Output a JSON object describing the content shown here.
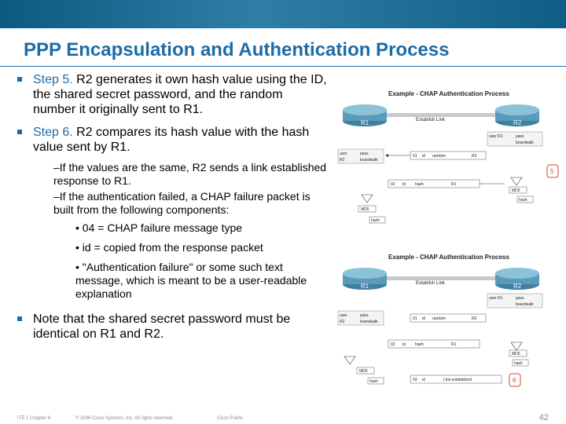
{
  "title": "PPP Encapsulation and Authentication Process",
  "bullets": {
    "b1": {
      "step": "Step 5.",
      "text": " R2 generates it own hash value using the ID, the shared secret password, and the random number it originally sent to R1."
    },
    "b2": {
      "step": "Step 6.",
      "text": " R2 compares its hash value with the hash value sent by R1."
    },
    "sub1": "–If the values are the same, R2 sends a link established response to R1.",
    "sub2": "–If the authentication failed, a CHAP failure packet is built from the following components:",
    "l3_1": "• 04 = CHAP failure message type",
    "l3_2": "• id = copied from the response packet",
    "l3_3": "• \"Authentication failure\" or some such text message, which is meant to be a user-readable explanation",
    "b3": "Note that the shared secret password must be identical on R1 and R2."
  },
  "figure1": {
    "title": "Example - CHAP Authentication Process",
    "r1": "R1",
    "r2": "R2",
    "link": "Establish Link",
    "r1_user": "user",
    "r1_pass": "pass",
    "r1_user_val": "R2",
    "r1_pass_val": "boardwalk",
    "r2_user": "user R1",
    "r2_pass": "pass",
    "r2_pass_val": "boardwalk",
    "p1_code": "01",
    "p1_id": "id",
    "p1_field": "random",
    "p1_name": "R2",
    "p2_code": "02",
    "p2_id": "id",
    "p2_field": "hash",
    "p2_name": "R1",
    "md5_left": "MD5",
    "hash_left": "hash",
    "md5_right": "MD5",
    "hash_right": "hash",
    "step": "5"
  },
  "figure2": {
    "title": "Example - CHAP Authentication Process",
    "r1": "R1",
    "r2": "R2",
    "link": "Establish Link",
    "r1_user": "user",
    "r1_pass": "pass",
    "r1_user_val": "R2",
    "r1_pass_val": "boardwalk",
    "r2_user": "user R1",
    "r2_pass": "pass",
    "r2_pass_val": "boardwalk",
    "p1_code": "01",
    "p1_id": "id",
    "p1_field": "random",
    "p1_name": "R2",
    "p2_code": "02",
    "p2_id": "id",
    "p2_field": "hash",
    "p2_name": "R1",
    "p3_code": "03",
    "p3_id": "id",
    "p3_field": "Link established",
    "md5_left": "MD5",
    "hash_left": "hash",
    "md5_right": "MD5",
    "hash_right": "hash",
    "step": "6"
  },
  "footer": {
    "left": "ITE 1 Chapter 6",
    "copyright": "© 2006 Cisco Systems, Inc. All rights reserved.",
    "classification": "Cisco Public",
    "page": "42"
  },
  "colors": {
    "title": "#1c6ca8",
    "bar": "#1a6f99",
    "step_badge": "#d3492a"
  }
}
